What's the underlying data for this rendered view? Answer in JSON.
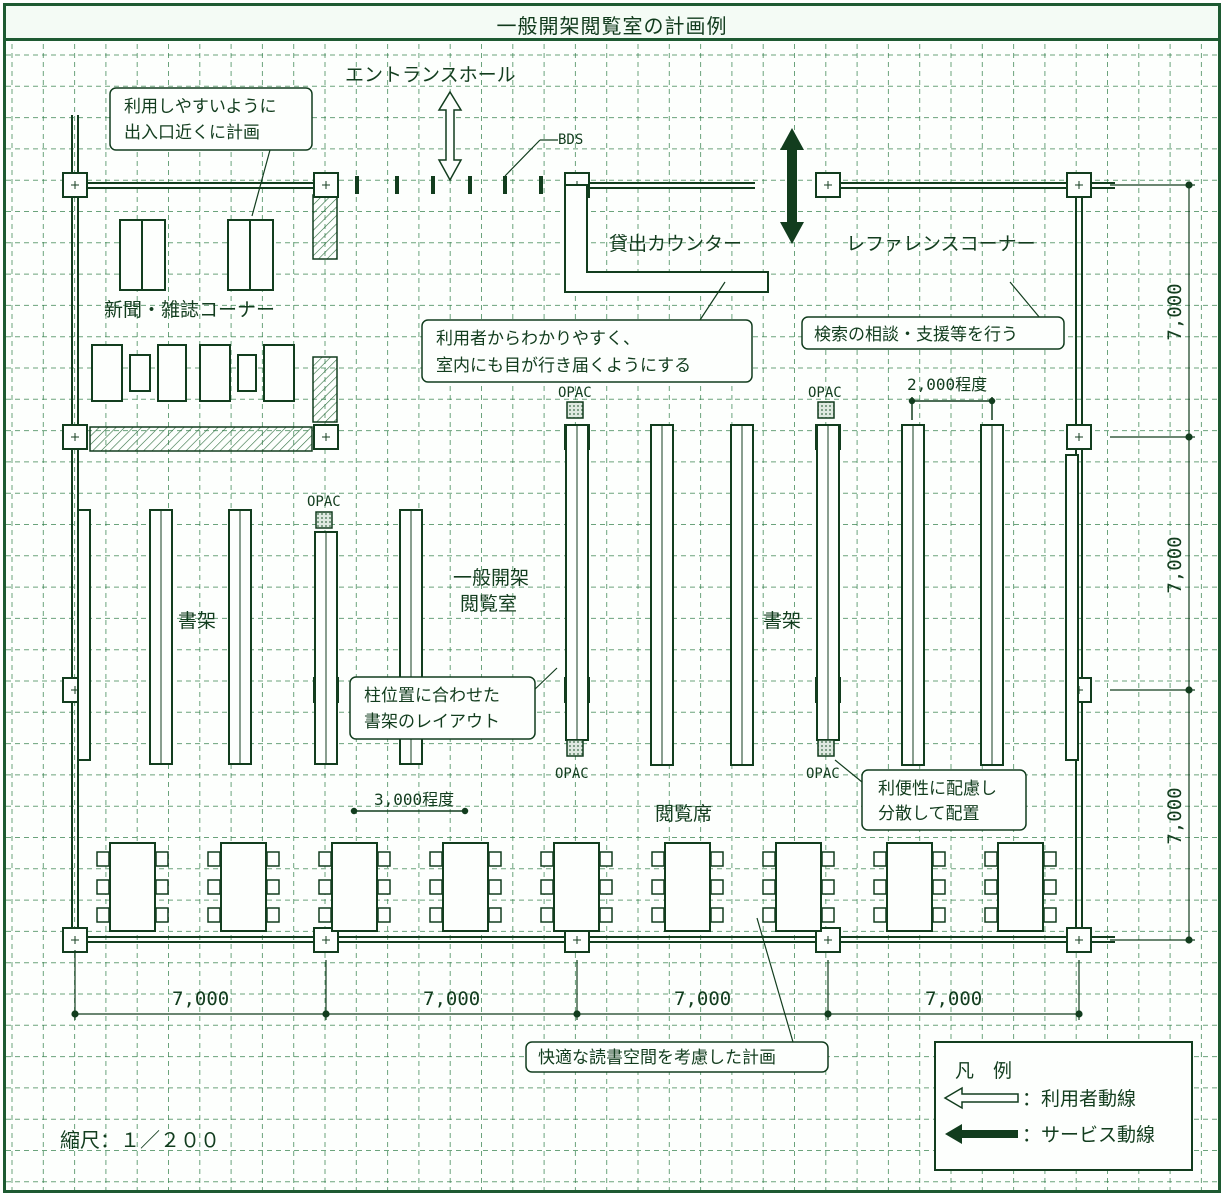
{
  "title": "一般開架閲覧室の計画例",
  "labels": {
    "entrance": "エントランスホール",
    "bds": "BDS",
    "counter": "貸出カウンター",
    "reference": "レファレンスコーナー",
    "newspaper": "新聞・雑誌コーナー",
    "room_line1": "一般開架",
    "room_line2": "閲覧室",
    "shelf_left": "書架",
    "shelf_right": "書架",
    "reading_seats": "閲覧席",
    "opac": "OPAC",
    "spacing_shelf": "2,000程度",
    "spacing_table": "3,000程度",
    "scale": "縮尺：１／２００"
  },
  "callouts": {
    "entrance_note": [
      "利用しやすいように",
      "出入口近くに計画"
    ],
    "counter_note": [
      "利用者からわかりやすく、",
      "室内にも目が行き届くようにする"
    ],
    "reference_note": "検索の相談・支援等を行う",
    "column_note": [
      "柱位置に合わせた",
      "書架のレイアウト"
    ],
    "opac_note": [
      "利便性に配慮し",
      "分散して配置"
    ],
    "seat_note": "快適な読書空間を考慮した計画"
  },
  "dimensions": {
    "bottom": [
      "7,000",
      "7,000",
      "7,000",
      "7,000"
    ],
    "right": [
      "7,000",
      "7,000",
      "7,000"
    ]
  },
  "legend": {
    "title": "凡　例",
    "user_flow": "：利用者動線",
    "service_flow": "：サービス動線"
  },
  "colors": {
    "ink": "#123d1e",
    "grid": "#2e7d46",
    "paper": "#fdfffd"
  }
}
